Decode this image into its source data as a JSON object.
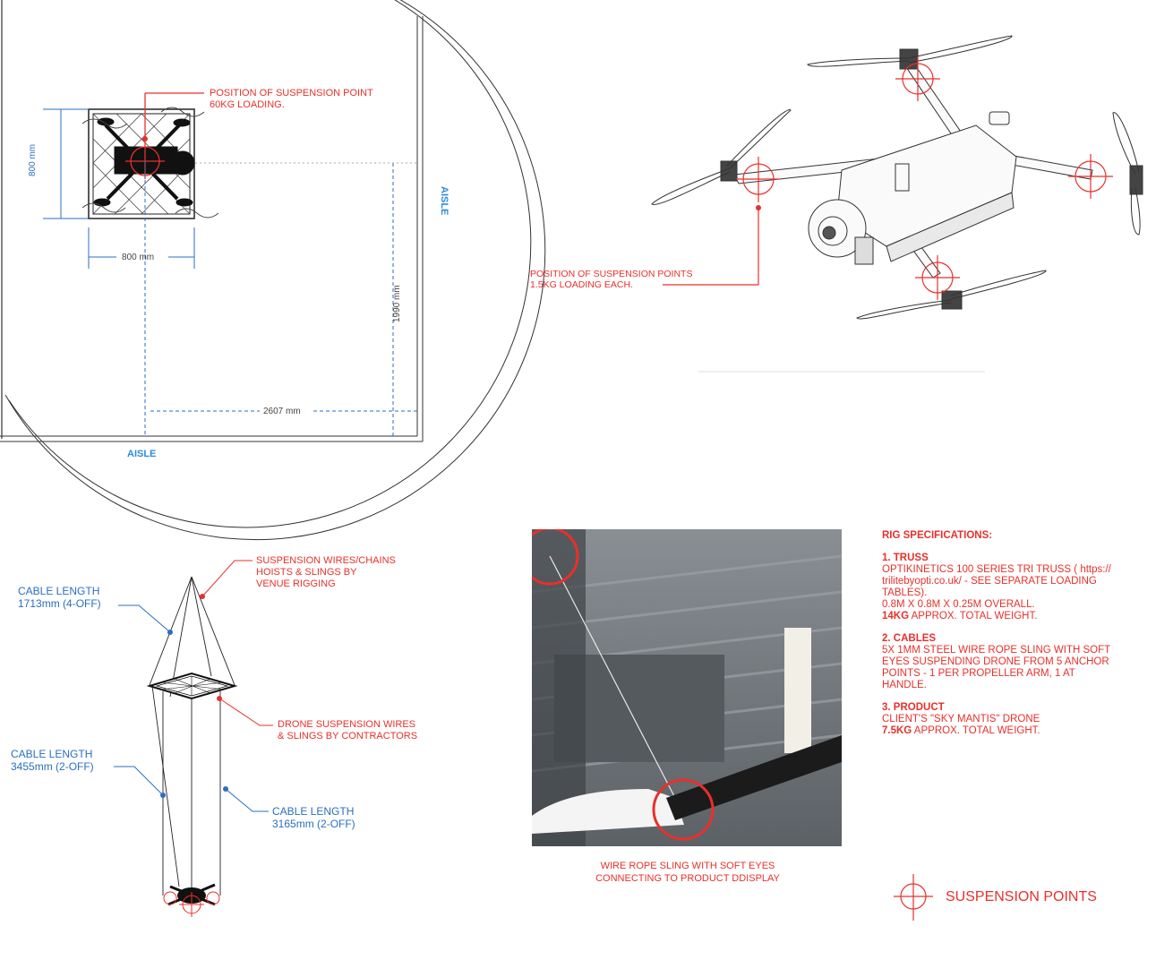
{
  "plan": {
    "suspension_point_label": [
      "POSITION OF SUSPENSION POINT",
      "60KG LOADING."
    ],
    "dim_height": "800 mm",
    "dim_width": "800 mm",
    "dim_vertical": "1990 mm",
    "dim_horizontal": "2607 mm",
    "aisle_right": "AISLE",
    "aisle_bottom": "AISLE"
  },
  "drone_view": {
    "suspension_points_label": [
      "POSITION OF SUSPENSION POINTS",
      "1.5KG LOADING EACH."
    ]
  },
  "elevation": {
    "wires_label": [
      "SUSPENSION WIRES/CHAINS",
      "HOISTS & SLINGS BY",
      "VENUE RIGGING"
    ],
    "contractor_label": [
      "DRONE SUSPENSION WIRES",
      "& SLINGS BY CONTRACTORS"
    ],
    "cable1": [
      "CABLE LENGTH",
      "1713mm (4-OFF)"
    ],
    "cable2": [
      "CABLE LENGTH",
      "3455mm (2-OFF)"
    ],
    "cable3": [
      "CABLE LENGTH",
      "3165mm (2-OFF)"
    ]
  },
  "photo": {
    "caption": [
      "WIRE ROPE SLING WITH SOFT EYES",
      "CONNECTING TO PRODUCT DDISPLAY"
    ]
  },
  "specs": {
    "heading": "RIG SPECIFICATIONS:",
    "truss_title": "1. TRUSS",
    "truss_lines": [
      "OPTIKINETICS 100 SERIES TRI TRUSS ( https://",
      "trilitebyopti.co.uk/ - SEE SEPARATE LOADING",
      "TABLES).",
      "0.8M X 0.8M X 0.25M OVERALL."
    ],
    "truss_weight_bold": "14KG",
    "truss_weight_rest": " APPROX. TOTAL WEIGHT.",
    "cables_title": "2. CABLES",
    "cables_lines": [
      "5X 1MM STEEL WIRE ROPE SLING WITH SOFT",
      "EYES SUSPENDING DRONE FROM 5 ANCHOR",
      "POINTS - 1 PER PROPELLER ARM, 1 AT",
      "HANDLE."
    ],
    "product_title": "3. PRODUCT",
    "product_line": "CLIENT'S \"SKY MANTIS\" DRONE",
    "product_weight_bold": "7.5KG",
    "product_weight_rest": " APPROX. TOTAL WEIGHT."
  },
  "legend": {
    "label": "SUSPENSION POINTS"
  },
  "colors": {
    "red": "#e8302a",
    "blue": "#2a8be0",
    "dark": "#1a1a1a"
  }
}
